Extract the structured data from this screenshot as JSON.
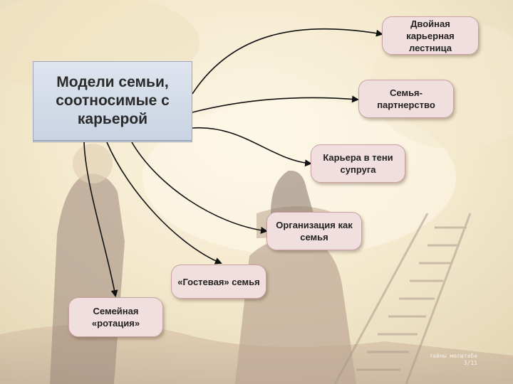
{
  "title": "Модели семьи,\nсоотносимые с\nкарьерой",
  "nodes": [
    {
      "label": "Двойная карьерная\nлестница"
    },
    {
      "label": "Семья-\nпартнерство"
    },
    {
      "label": "Карьера в тени\nсупруга"
    },
    {
      "label": "Организация как\nсемья"
    },
    {
      "label": "«Гостевая» семья"
    },
    {
      "label": "Семейная\n«ротация»"
    }
  ],
  "watermark": "тайны масштаба\n3/11",
  "colors": {
    "node_fill": "#f1dede",
    "title_fill": "#d3dbe7",
    "arrow": "#111111"
  }
}
